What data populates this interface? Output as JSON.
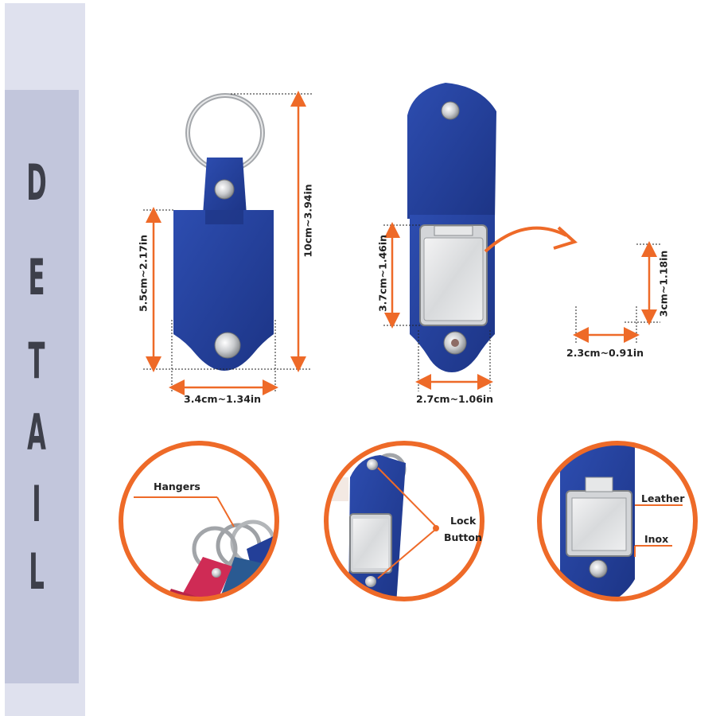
{
  "sidebar": {
    "letters": [
      "D",
      "E",
      "T",
      "A",
      "I",
      "L"
    ],
    "colors": {
      "light": "#dfe1ee",
      "dark": "#c2c6dc",
      "text": "#3d3f4a"
    }
  },
  "dimensions": {
    "keychain_height": "10cm~3.94in",
    "body_height": "5.5cm~2.17in",
    "body_width": "3.4cm~1.34in",
    "frame_height": "3.7cm~1.46in",
    "frame_width": "2.7cm~1.06in",
    "insert_height": "3cm~1.18in",
    "insert_width": "2.3cm~0.91in"
  },
  "callouts": {
    "hangers": "Hangers",
    "lock_line1": "Lock",
    "lock_line2": "Button",
    "leather": "Leather",
    "inox": "Inox"
  },
  "colors": {
    "leather": "#233f98",
    "accent": "#ee6a28",
    "metal": "#c4c6c9"
  }
}
